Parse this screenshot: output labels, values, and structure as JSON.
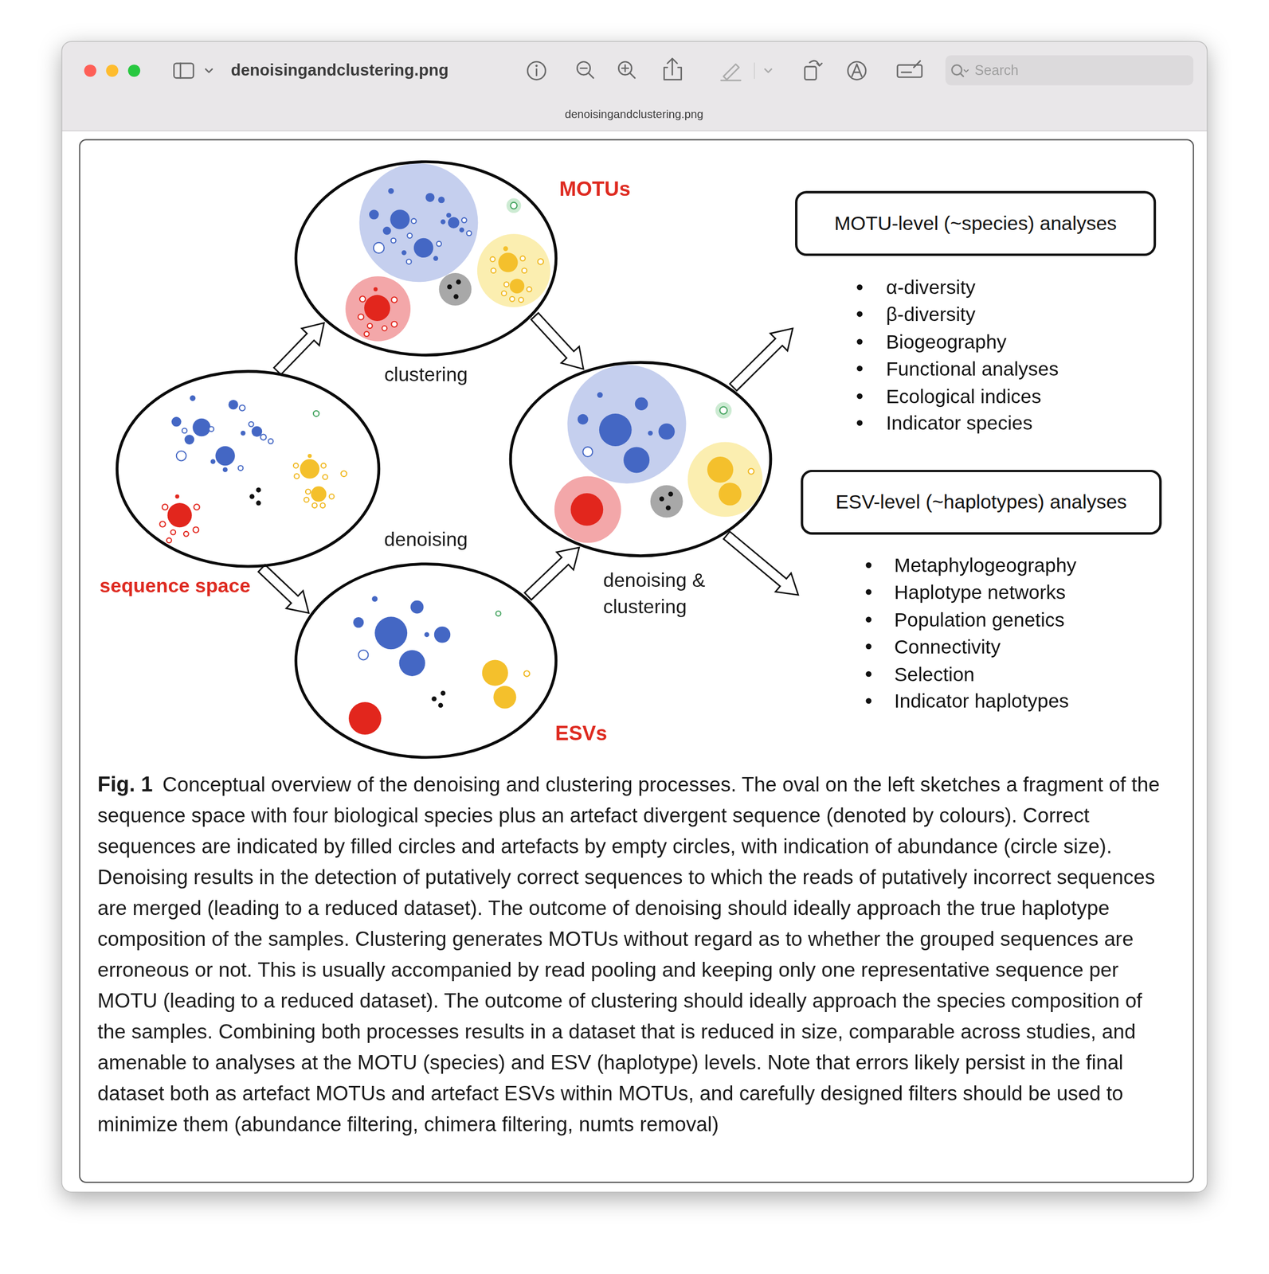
{
  "diagram": {
    "caption": "Conceptual overview of the denoising and clustering processes. The oval on the left sketches a fragment of the sequence space with four biological species plus an artefact divergent sequence (denoted by colours). Correct sequences are indicated by filled circles and artefacts by empty circles, with indication of abundance (circle size). Denoising results in the detection of putatively correct sequences to which the reads of putatively incorrect sequences are merged (leading to a reduced dataset). The outcome of denoising should ideally approach the true haplotype composition of the samples. Clustering generates MOTUs without regard as to whether the grouped sequences are erroneous or not. This is usually accompanied by read pooling and keeping only one representative sequence per MOTU (leading to a reduced dataset). The outcome of clustering should ideally approach the species composition of the samples. Combining both processes results in a dataset that is reduced in size, comparable across studies, and amenable to analyses at the MOTU (species) and ESV (haplotype) levels. Note that errors likely persist in the final dataset both as artefact MOTUs and artefact ESVs within MOTUs, and carefully designed filters should be used to minimize them (abundance filtering, chimera filtering, numts removal)",
    "nodes": [
      {
        "text": [
          "sequence space"
        ]
      },
      {
        "text": [
          "MOTUs",
          "clustering"
        ]
      },
      {
        "text": [
          "denoising",
          "ESVs"
        ]
      },
      {
        "text": [
          "denoising & clustering"
        ]
      },
      {
        "text": [
          "MOTU-level (~species) analyses",
          "α-diversity",
          "β-diversity",
          "Biogeography",
          "Functional analyses",
          "Ecological indices",
          "Indicator species"
        ]
      },
      {
        "text": [
          "ESV-level (~haplotypes) analyses",
          "Metaphylogeography",
          "Haplotype networks",
          "Population genetics",
          "Connectivity",
          "Selection",
          "Indicator haplotypes"
        ]
      }
    ],
    "edges": [
      {
        "from": 0,
        "to": 1,
        "arrow": "to"
      },
      {
        "from": 0,
        "to": 2,
        "arrow": "to"
      },
      {
        "from": 1,
        "to": 3,
        "arrow": "to"
      },
      {
        "from": 2,
        "to": 3,
        "arrow": "to"
      },
      {
        "from": 3,
        "to": 4,
        "arrow": "to"
      },
      {
        "from": 3,
        "to": 5,
        "arrow": "to"
      }
    ],
    "labels": [
      "denoisingandclustering.png",
      "Search",
      "denoisingandclustering.png",
      "Fig. 1"
    ]
  }
}
